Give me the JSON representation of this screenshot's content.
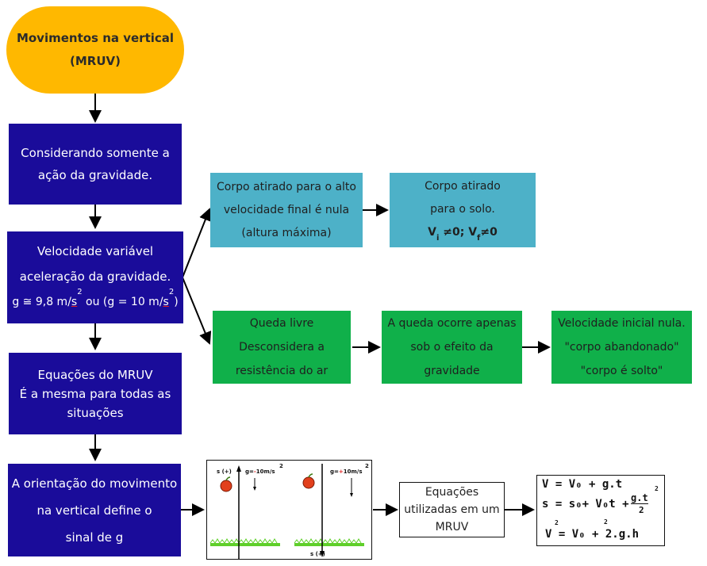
{
  "nodes": {
    "start": {
      "line1": "Movimentos na vertical",
      "line2": "(MRUV)"
    },
    "gravity": {
      "line1": "Considerando somente a",
      "line2": "ação da gravidade."
    },
    "velocity": {
      "line1": "Velocidade variável",
      "line2": "aceleração da gravidade.",
      "g_prefix": "g ≅ 9,8 m/",
      "g_s": "s",
      "g_exp": "2",
      "g_mid": " ou (g = 10 m/",
      "g_s2": "s",
      "g_exp2": "2",
      "g_end": ")"
    },
    "equations": {
      "line1": "Equações do MRUV",
      "line2": "É a mesma para todas as",
      "line3": "situações"
    },
    "orientation": {
      "line1": "A orientação do movimento",
      "line2": "na vertical define o",
      "line3": "sinal de g"
    },
    "thrown_up": {
      "line1": "Corpo atirado para o alto",
      "line2": "velocidade final é nula",
      "line3": "(altura máxima)"
    },
    "thrown_down": {
      "line1": "Corpo atirado",
      "line2": "para o solo.",
      "v": "V",
      "i": "i",
      "neq0a": " ≠0; ",
      "v2": "V",
      "f": "f",
      "neq0b": "≠0"
    },
    "free_fall": {
      "line1": "Queda livre",
      "line2": "Desconsidera a",
      "line3": "resistência do ar"
    },
    "fall_gravity": {
      "line1": "A queda ocorre apenas",
      "line2": "sob o efeito da",
      "line3": "gravidade"
    },
    "initial_zero": {
      "line1": "Velocidade inicial nula.",
      "line2": "\"corpo abandonado\"",
      "line3": "\"corpo é solto\""
    },
    "used_equations": {
      "line1": "Equações",
      "line2": "utilizadas em um",
      "line3": "MRUV"
    }
  },
  "figure": {
    "left_axis": "s (+)",
    "left_g": "g=",
    "left_g_sign": "-",
    "left_g_val": "10m/s",
    "left_exp": "2",
    "right_g": "g=",
    "right_g_sign": "+",
    "right_g_val": "10m/s",
    "right_exp": "2",
    "right_axis": "s (+)"
  },
  "formulas": {
    "f1": "V = V₀ + g.t",
    "f2_a": "s = s₀+ V₀t +",
    "f2_num": "g.t",
    "f2_exp": "2",
    "f2_den": "2",
    "f3_exp1": "2",
    "f3_exp2": "2",
    "f3": "V  = V₀ + 2.g.h"
  },
  "colors": {
    "start": "#ffb800",
    "blue": "#1a0c9a",
    "teal": "#4db1c8",
    "green": "#10b04a"
  }
}
